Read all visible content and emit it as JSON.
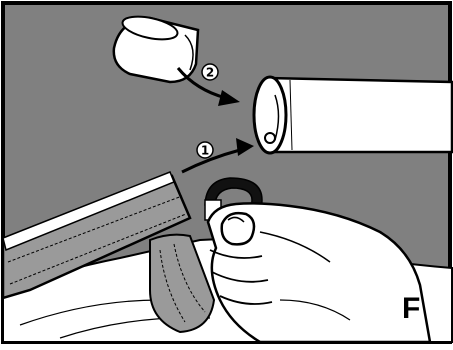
{
  "figure": {
    "panel_label": "F",
    "steps": [
      {
        "number": "2"
      },
      {
        "number": "1"
      }
    ],
    "colors": {
      "background": "#808080",
      "outline": "#000000",
      "paper": "#ffffff",
      "fabric_shadow": "#9a9a9a"
    }
  }
}
